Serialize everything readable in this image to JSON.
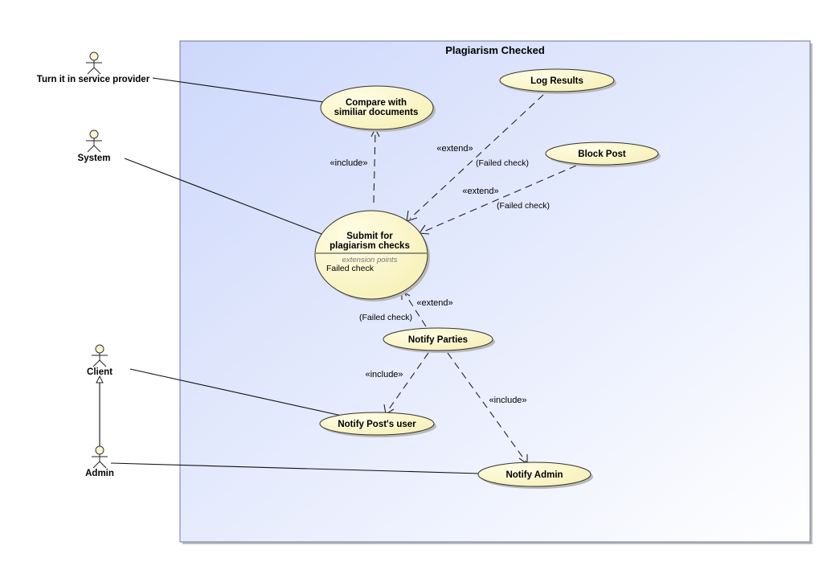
{
  "colors": {
    "use_case_fill": "#fdf9cc",
    "boundary_fill_start": "#cfd9fb",
    "boundary_fill_end": "#ffffff",
    "boundary_stroke": "#6d7a99",
    "actor_head_fill": "#fbf6cf"
  },
  "system_boundary": {
    "title": "Plagiarism Checked"
  },
  "actors": {
    "turnitin": "Turn it in service provider",
    "system": "System",
    "client": "Client",
    "admin": "Admin"
  },
  "use_cases": {
    "compare": [
      "Compare with",
      "similiar documents"
    ],
    "log_results": "Log Results",
    "block_post": "Block Post",
    "submit": [
      "Submit for",
      "plagiarism checks"
    ],
    "submit_ext_heading": "extension points",
    "submit_ext_point": "Failed check",
    "notify_parties": "Notify Parties",
    "notify_post_user": "Notify Post's user",
    "notify_admin": "Notify Admin"
  },
  "relations": {
    "include_compare": "«include»",
    "extend_log": "«extend»",
    "extend_log_cond": "(Failed check)",
    "extend_block": "«extend»",
    "extend_block_cond": "(Failed check)",
    "extend_notify": "«extend»",
    "extend_notify_cond": "(Failed check)",
    "include_post_user": "«include»",
    "include_admin": "«include»"
  }
}
